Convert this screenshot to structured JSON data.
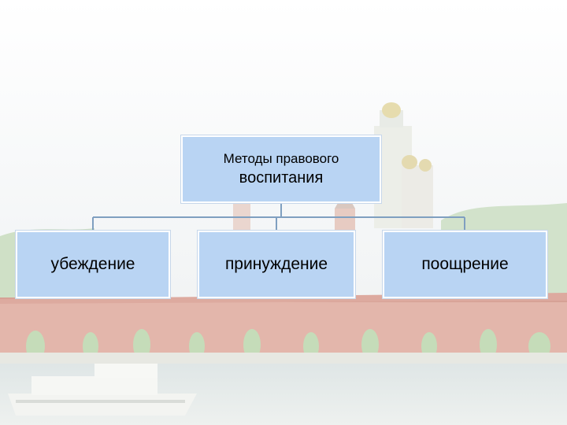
{
  "diagram": {
    "root": {
      "line1": "Методы правового",
      "line2": "воспитания"
    },
    "children": [
      {
        "label": "убеждение"
      },
      {
        "label": "принуждение"
      },
      {
        "label": "поощрение"
      }
    ]
  },
  "colors": {
    "box_fill": "#b9d4f3",
    "connector": "#7f9fc0",
    "wall": "#c98f82"
  }
}
